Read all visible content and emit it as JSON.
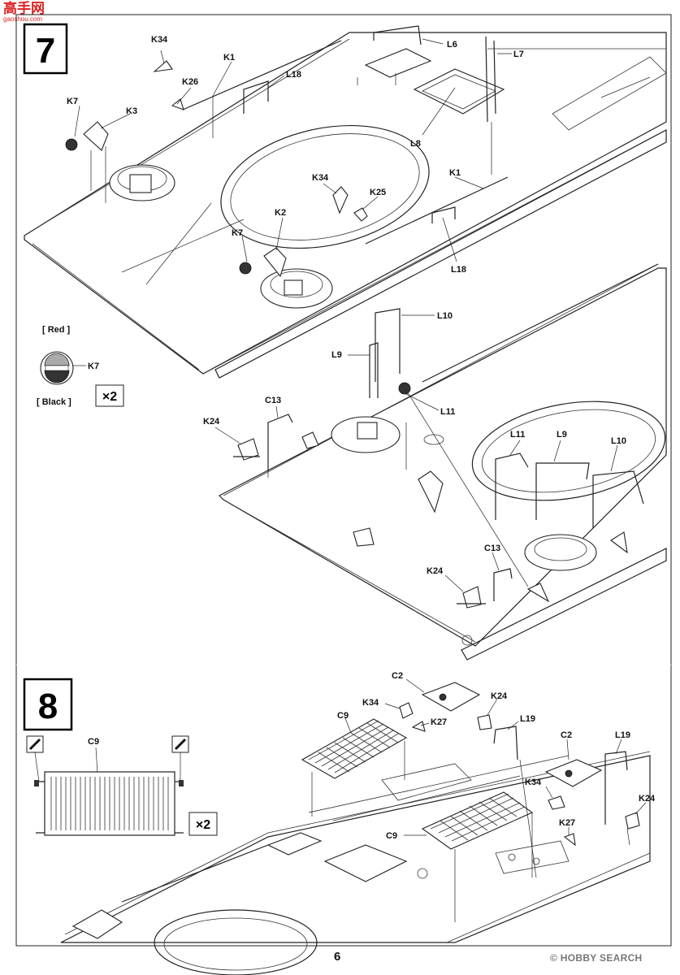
{
  "watermark": {
    "brand": "高手网",
    "url": "gaoshou.com"
  },
  "steps": [
    {
      "number": "7"
    },
    {
      "number": "8"
    }
  ],
  "step7": {
    "top_labels": [
      "K34",
      "K1",
      "L18",
      "K26",
      "K7",
      "K3",
      "L6",
      "L7",
      "L8",
      "K34",
      "K25",
      "K1",
      "K2",
      "K7",
      "L18"
    ],
    "paint_note": {
      "red": "[ Red ]",
      "black": "[ Black ]",
      "part": "K7",
      "qty": "×2"
    },
    "middle_labels": [
      "L10",
      "L9",
      "L11",
      "C13",
      "K24"
    ],
    "right_labels": [
      "L11",
      "L9",
      "L10",
      "C13",
      "K24"
    ]
  },
  "step8": {
    "inset": {
      "part": "C9",
      "qty": "×2"
    },
    "labels": [
      "C2",
      "K34",
      "K24",
      "C9",
      "K27",
      "L19",
      "C2",
      "L19",
      "K34",
      "K24",
      "C9",
      "K27"
    ]
  },
  "footer": {
    "page": "6",
    "brand": "© HOBBY SEARCH"
  }
}
